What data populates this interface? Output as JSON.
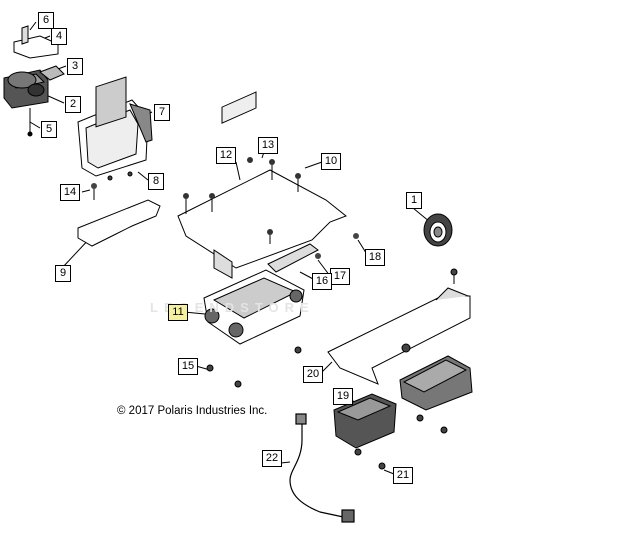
{
  "diagram": {
    "copyright": "© 2017 Polaris Industries Inc.",
    "watermark": "LEGENDSTORE",
    "callouts": [
      {
        "id": "callout-1",
        "label": "1"
      },
      {
        "id": "callout-2",
        "label": "2"
      },
      {
        "id": "callout-3",
        "label": "3"
      },
      {
        "id": "callout-4",
        "label": "4"
      },
      {
        "id": "callout-5",
        "label": "5"
      },
      {
        "id": "callout-6",
        "label": "6"
      },
      {
        "id": "callout-7",
        "label": "7"
      },
      {
        "id": "callout-8",
        "label": "8"
      },
      {
        "id": "callout-9",
        "label": "9"
      },
      {
        "id": "callout-10",
        "label": "10"
      },
      {
        "id": "callout-11",
        "label": "11",
        "highlight": true
      },
      {
        "id": "callout-12",
        "label": "12"
      },
      {
        "id": "callout-13",
        "label": "13"
      },
      {
        "id": "callout-14",
        "label": "14"
      },
      {
        "id": "callout-15",
        "label": "15"
      },
      {
        "id": "callout-16",
        "label": "16"
      },
      {
        "id": "callout-17",
        "label": "17"
      },
      {
        "id": "callout-18",
        "label": "18"
      },
      {
        "id": "callout-19",
        "label": "19"
      },
      {
        "id": "callout-20",
        "label": "20"
      },
      {
        "id": "callout-21",
        "label": "21"
      },
      {
        "id": "callout-22",
        "label": "22"
      }
    ]
  }
}
